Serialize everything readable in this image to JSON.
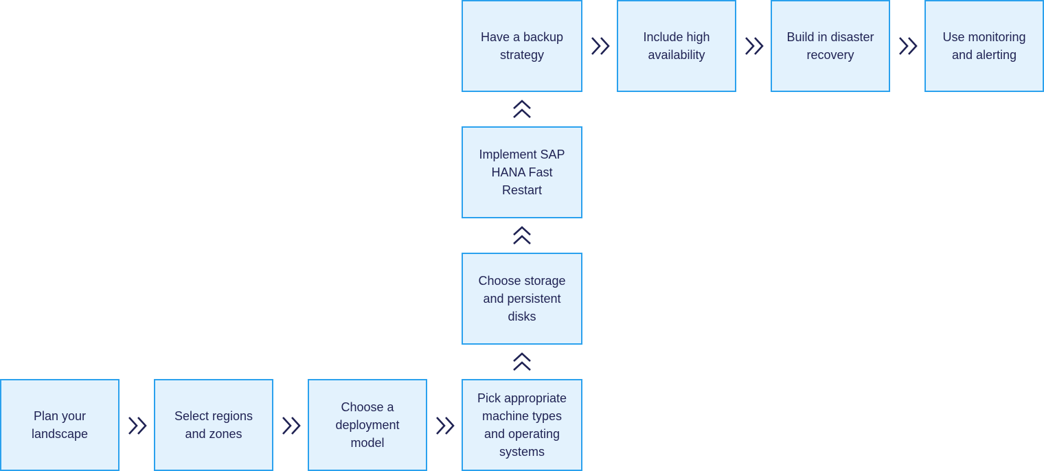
{
  "steps": [
    {
      "id": "plan-landscape",
      "label": "Plan your landscape"
    },
    {
      "id": "select-regions",
      "label": "Select regions and zones"
    },
    {
      "id": "deployment-model",
      "label": "Choose a deployment model"
    },
    {
      "id": "machine-types",
      "label": "Pick appropriate machine types and operating systems"
    },
    {
      "id": "storage-disks",
      "label": "Choose storage and persistent disks"
    },
    {
      "id": "hana-fast-restart",
      "label": "Implement SAP HANA Fast Restart"
    },
    {
      "id": "backup-strategy",
      "label": "Have a backup strategy"
    },
    {
      "id": "high-availability",
      "label": "Include high availability"
    },
    {
      "id": "disaster-recovery",
      "label": "Build in disaster recovery"
    },
    {
      "id": "monitoring-alerting",
      "label": "Use monitoring and alerting"
    }
  ],
  "connectors": [
    {
      "from": "plan-landscape",
      "to": "select-regions",
      "icon": "double-chevron-right-icon"
    },
    {
      "from": "select-regions",
      "to": "deployment-model",
      "icon": "double-chevron-right-icon"
    },
    {
      "from": "deployment-model",
      "to": "machine-types",
      "icon": "double-chevron-right-icon"
    },
    {
      "from": "machine-types",
      "to": "storage-disks",
      "icon": "double-chevron-up-icon"
    },
    {
      "from": "storage-disks",
      "to": "hana-fast-restart",
      "icon": "double-chevron-up-icon"
    },
    {
      "from": "hana-fast-restart",
      "to": "backup-strategy",
      "icon": "double-chevron-up-icon"
    },
    {
      "from": "backup-strategy",
      "to": "high-availability",
      "icon": "double-chevron-right-icon"
    },
    {
      "from": "high-availability",
      "to": "disaster-recovery",
      "icon": "double-chevron-right-icon"
    },
    {
      "from": "disaster-recovery",
      "to": "monitoring-alerting",
      "icon": "double-chevron-right-icon"
    }
  ],
  "colors": {
    "box_fill": "#e3f2fd",
    "box_border": "#2aa1ee",
    "text": "#1f2253",
    "arrow": "#1f2253"
  }
}
